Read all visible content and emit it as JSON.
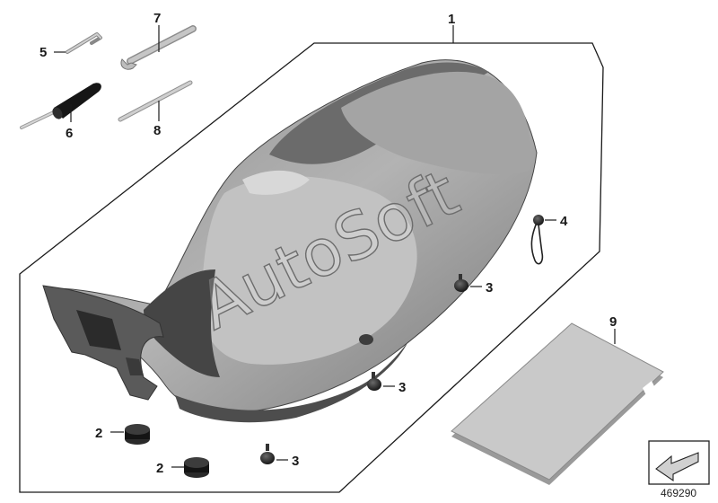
{
  "callouts": {
    "c1": "1",
    "c2a": "2",
    "c2b": "2",
    "c3a": "3",
    "c3b": "3",
    "c3c": "3",
    "c4": "4",
    "c5": "5",
    "c6": "6",
    "c7": "7",
    "c8": "8",
    "c9": "9"
  },
  "watermark": "AutoSoft",
  "diagram_number": "469290",
  "colors": {
    "seat_dark": "#5e5e5e",
    "seat_light": "#a9a9a9",
    "part_black": "#1c1c1c",
    "document": "#c8c8c8",
    "tool_grey": "#b9b9b9"
  }
}
